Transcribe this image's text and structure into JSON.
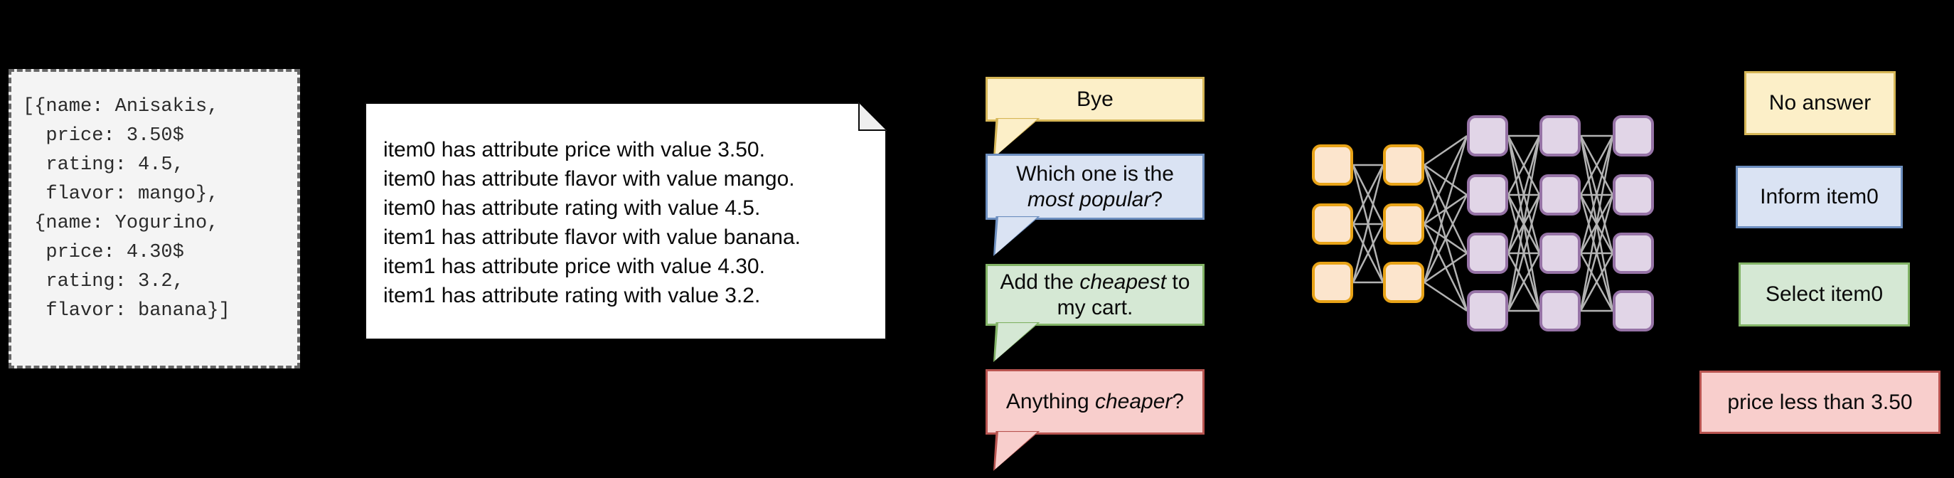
{
  "json_panel": {
    "name": "item-json-snippet",
    "text": "[{name: Anisakis,\n  price: 3.50$\n  rating: 4.5,\n  flavor: mango},\n {name: Yogurino,\n  price: 4.30$\n  rating: 3.2,\n  flavor: banana}]",
    "items": [
      {
        "name": "Anisakis",
        "price": "3.50$",
        "rating": "4.5",
        "flavor": "mango"
      },
      {
        "name": "Yogurino",
        "price": "4.30$",
        "rating": "3.2",
        "flavor": "banana"
      }
    ],
    "style": {
      "background": "#f4f4f4",
      "border": "#666666"
    }
  },
  "note_card": {
    "title": "attribute-statements",
    "text": "item0 has attribute price with value 3.50.\nitem0 has attribute flavor with value mango.\nitem0 has attribute rating with value 4.5.\nitem1 has attribute flavor with value banana.\nitem1 has attribute price with value 4.30.\nitem1 has attribute rating with value 3.2.",
    "lines": [
      "item0 has attribute price with value 3.50.",
      "item0 has attribute flavor with value mango.",
      "item0 has attribute rating with value 4.5.",
      "item1 has attribute flavor with value banana.",
      "item1 has attribute price with value 4.30.",
      "item1 has attribute rating with value 3.2."
    ]
  },
  "bubbles": [
    {
      "id": "bye",
      "plain": "Bye",
      "emphasis": "",
      "after": "",
      "color": "#fcefc8",
      "border": "#d6b656"
    },
    {
      "id": "most-popular",
      "plain": "Which one is the ",
      "emphasis": "most popular",
      "after": "?",
      "color": "#dae3f3",
      "border": "#6c8ebf"
    },
    {
      "id": "cheapest-to-cart",
      "plain": "Add the ",
      "emphasis": "cheapest",
      "after": " to my cart.",
      "color": "#d5e8d4",
      "border": "#82b366"
    },
    {
      "id": "anything-cheaper",
      "plain": "Anything ",
      "emphasis": "cheaper",
      "after": "?",
      "color": "#f8cecc",
      "border": "#b85450"
    }
  ],
  "network": {
    "name": "neural-network-diagram",
    "encoder_layers": 2,
    "encoder_nodes_per_layer": 3,
    "decoder_layers": 3,
    "decoder_nodes_per_layer": 4,
    "encoder_color": "#fce5cd",
    "encoder_border": "#e8a317",
    "decoder_color": "#e1d5e7",
    "decoder_border": "#9673a6",
    "edge_color": "#b3b3b3"
  },
  "outputs": [
    {
      "id": "no-answer",
      "label": "No answer",
      "color": "#fcefc8",
      "border": "#d6b656"
    },
    {
      "id": "inform",
      "label": "Inform item0",
      "color": "#dae3f3",
      "border": "#6c8ebf"
    },
    {
      "id": "select",
      "label": "Select item0",
      "color": "#d5e8d4",
      "border": "#82b366"
    },
    {
      "id": "price-rule",
      "label": "price less than 3.50",
      "color": "#f8cecc",
      "border": "#b85450"
    }
  ]
}
